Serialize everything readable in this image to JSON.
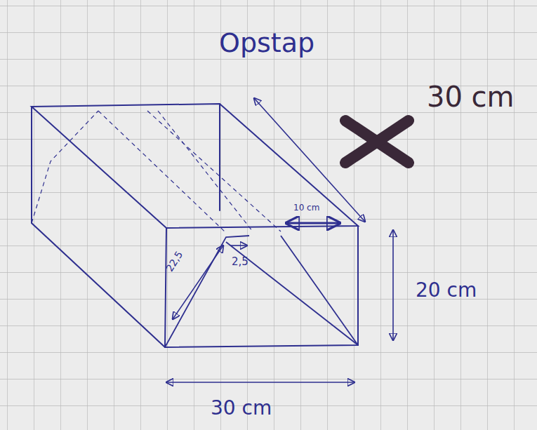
{
  "diagram": {
    "title": "Opstap",
    "labels": [
      "30 cm",
      "10 cm",
      "22,5",
      "2,5",
      "20 cm",
      "30 cm"
    ]
  }
}
